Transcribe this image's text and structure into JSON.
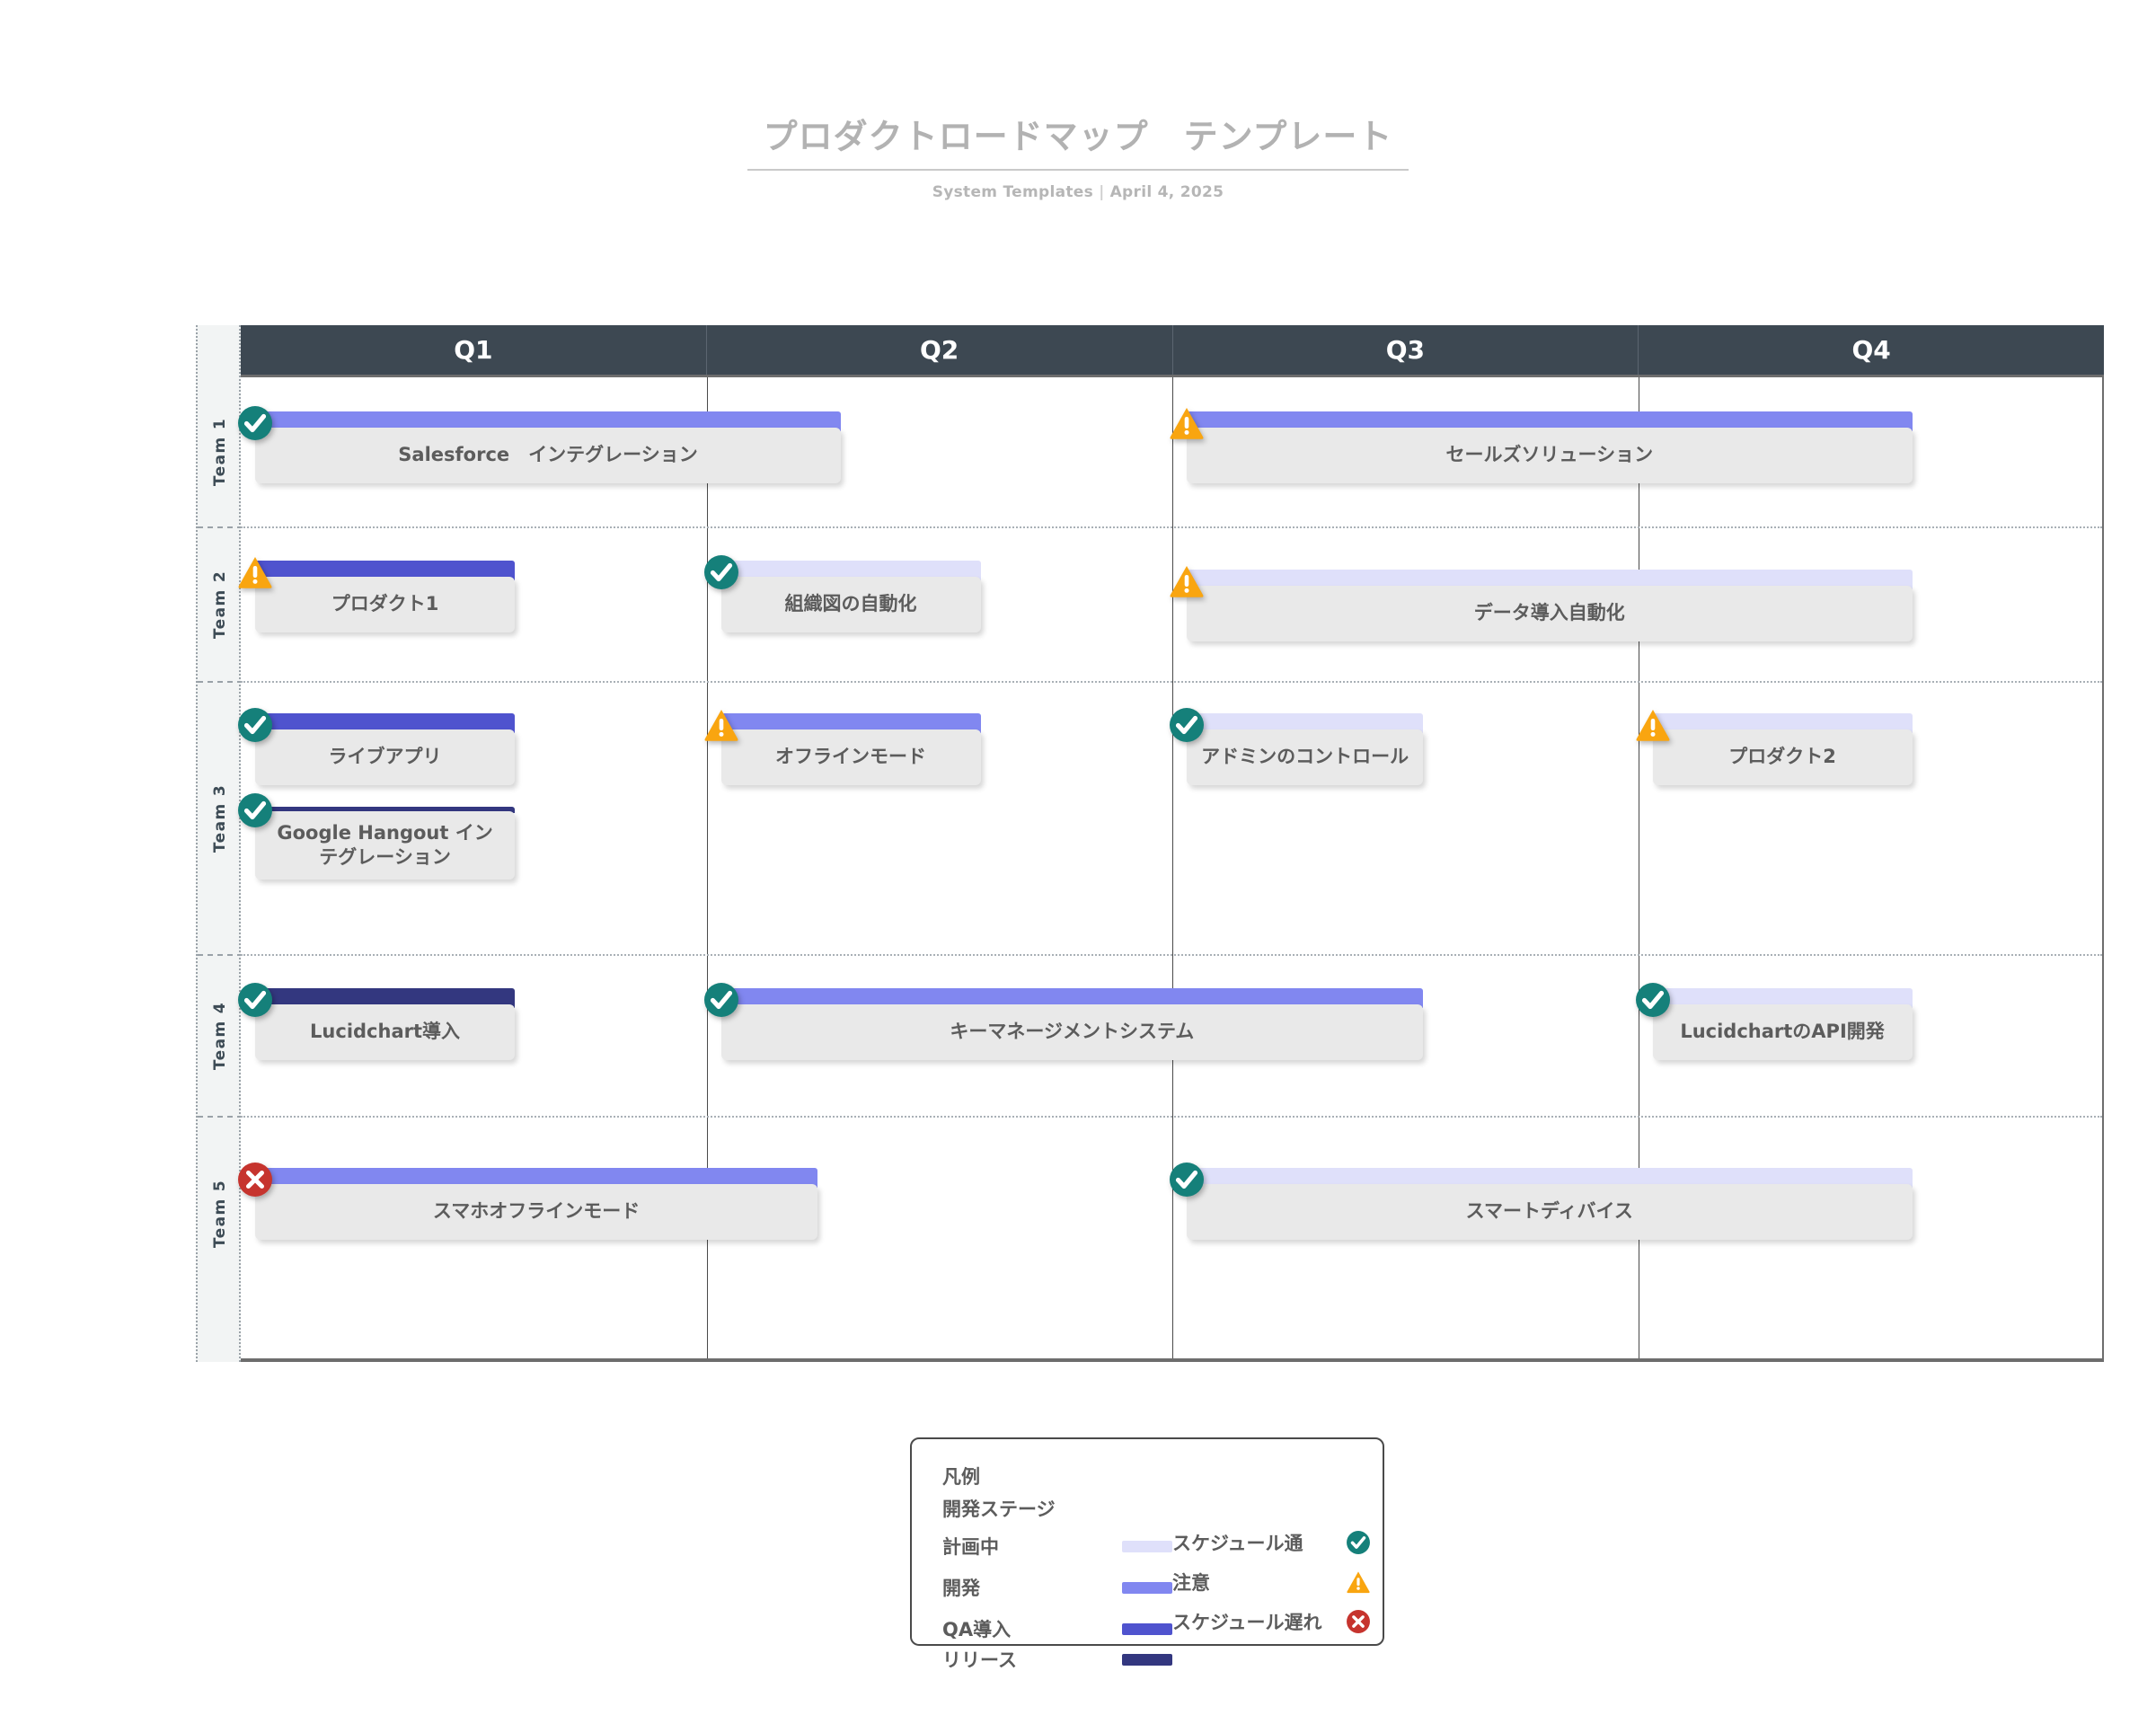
{
  "header": {
    "title": "プロダクトロードマップ　テンプレート",
    "org": "System Templates",
    "separator": "|",
    "date": "April 4, 2025"
  },
  "colors": {
    "header_bar": "#3d4852",
    "stage_planning": "#dfe0fa",
    "stage_development": "#8187f0",
    "stage_qa": "#4f53ce",
    "stage_release": "#33377f",
    "status_on_track": "#15807a",
    "status_at_risk": "#f9a510",
    "status_behind": "#c6342e",
    "task_box": "#e9e9e9",
    "text_gray": "#5c5c5c"
  },
  "quarters": [
    "Q1",
    "Q2",
    "Q3",
    "Q4"
  ],
  "teams": [
    "Team 1",
    "Team 2",
    "Team 3",
    "Team 4",
    "Team 5"
  ],
  "chart_data": {
    "type": "table",
    "title": "プロダクトロードマップ　テンプレート",
    "categories": [
      "Q1",
      "Q2",
      "Q3",
      "Q4"
    ],
    "rows": [
      "Team 1",
      "Team 2",
      "Team 3",
      "Team 4",
      "Team 5"
    ],
    "tasks": [
      {
        "team": "Team 1",
        "label": "Salesforce　インテグレーション",
        "stage": "開発",
        "status": "スケジュール通",
        "start_q": 1.0,
        "end_q": 2.3
      },
      {
        "team": "Team 1",
        "label": "セールズソリューション",
        "stage": "開発",
        "status": "注意",
        "start_q": 3.0,
        "end_q": 4.6
      },
      {
        "team": "Team 2",
        "label": "プロダクト1",
        "stage": "QA導入",
        "status": "注意",
        "start_q": 1.0,
        "end_q": 1.6
      },
      {
        "team": "Team 2",
        "label": "組織図の自動化",
        "stage": "計画中",
        "status": "スケジュール通",
        "start_q": 2.0,
        "end_q": 2.6
      },
      {
        "team": "Team 2",
        "label": "データ導入自動化",
        "stage": "計画中",
        "status": "注意",
        "start_q": 3.0,
        "end_q": 4.6
      },
      {
        "team": "Team 3",
        "label": "ライブアプリ",
        "stage": "QA導入",
        "status": "スケジュール通",
        "start_q": 1.0,
        "end_q": 1.6
      },
      {
        "team": "Team 3",
        "label": "オフラインモード",
        "stage": "開発",
        "status": "注意",
        "start_q": 2.0,
        "end_q": 2.6
      },
      {
        "team": "Team 3",
        "label": "アドミンのコントロール",
        "stage": "計画中",
        "status": "スケジュール通",
        "start_q": 3.0,
        "end_q": 3.55
      },
      {
        "team": "Team 3",
        "label": "プロダクト2",
        "stage": "計画中",
        "status": "注意",
        "start_q": 4.0,
        "end_q": 4.6
      },
      {
        "team": "Team 3",
        "label": "Google Hangout インテグレーション",
        "stage": "リリース",
        "status": "スケジュール通",
        "start_q": 1.0,
        "end_q": 1.6
      },
      {
        "team": "Team 4",
        "label": "Lucidchart導入",
        "stage": "リリース",
        "status": "スケジュール通",
        "start_q": 1.0,
        "end_q": 1.6
      },
      {
        "team": "Team 4",
        "label": "キーマネージメントシステム",
        "stage": "開発",
        "status": "スケジュール通",
        "start_q": 2.0,
        "end_q": 3.55
      },
      {
        "team": "Team 4",
        "label": "LucidchartのAPI開発",
        "stage": "計画中",
        "status": "スケジュール通",
        "start_q": 4.0,
        "end_q": 4.6
      },
      {
        "team": "Team 5",
        "label": "スマホオフラインモード",
        "stage": "開発",
        "status": "スケジュール遅れ",
        "start_q": 1.0,
        "end_q": 2.25
      },
      {
        "team": "Team 5",
        "label": "スマートディバイス",
        "stage": "計画中",
        "status": "スケジュール通",
        "start_q": 3.0,
        "end_q": 4.6
      }
    ]
  },
  "legend": {
    "title": "凡例",
    "stages_heading": "開発ステージ",
    "stages": [
      {
        "label": "計画中",
        "color": "#dfe0fa"
      },
      {
        "label": "開発",
        "color": "#8187f0"
      },
      {
        "label": "QA導入",
        "color": "#4f53ce"
      },
      {
        "label": "リリース",
        "color": "#33377f"
      }
    ],
    "statuses": [
      {
        "label": "スケジュール通",
        "icon": "check-circle-icon",
        "color": "#15807a"
      },
      {
        "label": "注意",
        "icon": "warning-triangle-icon",
        "color": "#f9a510"
      },
      {
        "label": "スケジュール遅れ",
        "icon": "error-circle-icon",
        "color": "#c6342e"
      }
    ]
  }
}
